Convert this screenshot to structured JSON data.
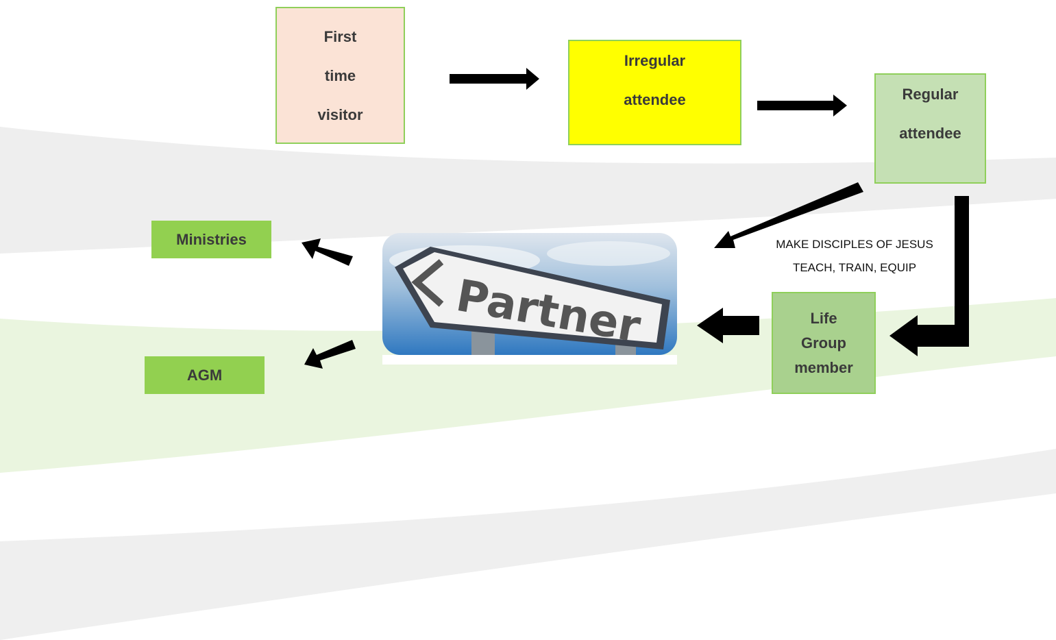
{
  "colors": {
    "band_gray": "#eeeeee",
    "band_green": "#eaf5df",
    "visitor_fill": "#fbe3d6",
    "visitor_border": "#8fcf5a",
    "irregular_fill": "#ffff00",
    "irregular_border": "#8fcf5a",
    "regular_fill": "#c5e0b4",
    "regular_border": "#8fcf5a",
    "lifegroup_fill": "#a9d18e",
    "lifegroup_border": "#8fcf5a",
    "outcome_fill": "#92d050",
    "arrow": "#000000",
    "sky": "#3f86c8",
    "sign_face": "#f2f2f2",
    "sign_text": "#555555"
  },
  "steps": {
    "first_visit": [
      "First",
      "time",
      "visitor"
    ],
    "irregular": [
      "Irregular",
      "attendee"
    ],
    "regular": [
      "Regular",
      "attendee"
    ],
    "life_group": [
      "Life",
      "Group",
      "member"
    ]
  },
  "outcomes": {
    "ministries": "Ministries",
    "agm": "AGM"
  },
  "note": {
    "line1": "MAKE DISCIPLES OF JESUS",
    "line2": "TEACH, TRAIN, EQUIP"
  },
  "sign": {
    "text": "Partner",
    "icon": "partner-road-sign-image"
  }
}
